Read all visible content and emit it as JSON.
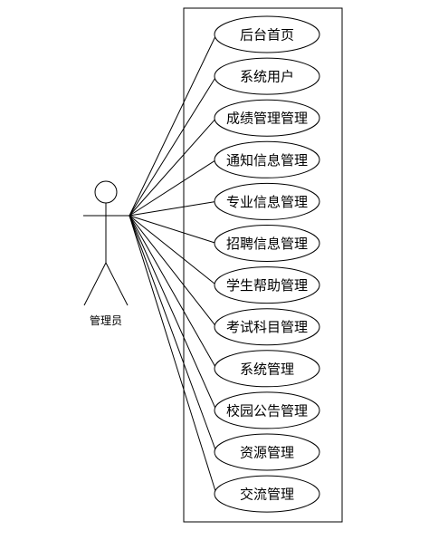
{
  "actor": {
    "label": "管理员"
  },
  "use_cases": [
    {
      "label": "后台首页"
    },
    {
      "label": "系统用户"
    },
    {
      "label": "成绩管理管理"
    },
    {
      "label": "通知信息管理"
    },
    {
      "label": "专业信息管理"
    },
    {
      "label": "招聘信息管理"
    },
    {
      "label": "学生帮助管理"
    },
    {
      "label": "考试科目管理"
    },
    {
      "label": "系统管理"
    },
    {
      "label": "校园公告管理"
    },
    {
      "label": "资源管理"
    },
    {
      "label": "交流管理"
    }
  ]
}
